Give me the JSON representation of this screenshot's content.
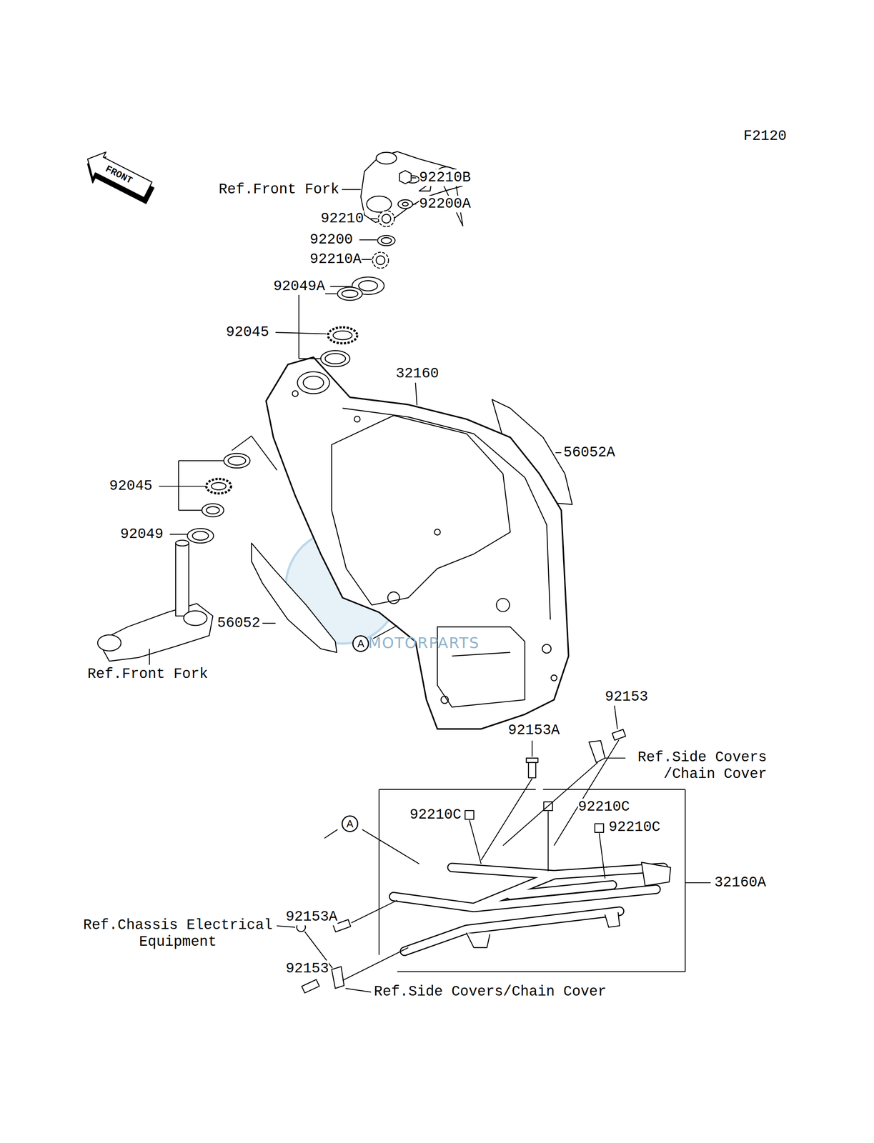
{
  "diagram": {
    "nodes": [
      {
        "text": [
          "A"
        ]
      },
      {
        "text": [
          "A"
        ]
      }
    ],
    "labels": [
      "F2120",
      "FRONT",
      "Ref.Front Fork",
      "92210B",
      "92200A",
      "92210",
      "92200",
      "92210A",
      "92049A",
      "92045",
      "32160",
      "56052A",
      "92045",
      "92049",
      "56052",
      "Ref.Front Fork",
      "MOTORPARTS",
      "92153",
      "92153A",
      "Ref.Side Covers /Chain Cover",
      "92210C",
      "92210C",
      "92210C",
      "32160A",
      "92153A",
      "Ref.Chassis Electrical Equipment",
      "92153",
      "Ref.Side Covers/Chain Cover"
    ]
  }
}
